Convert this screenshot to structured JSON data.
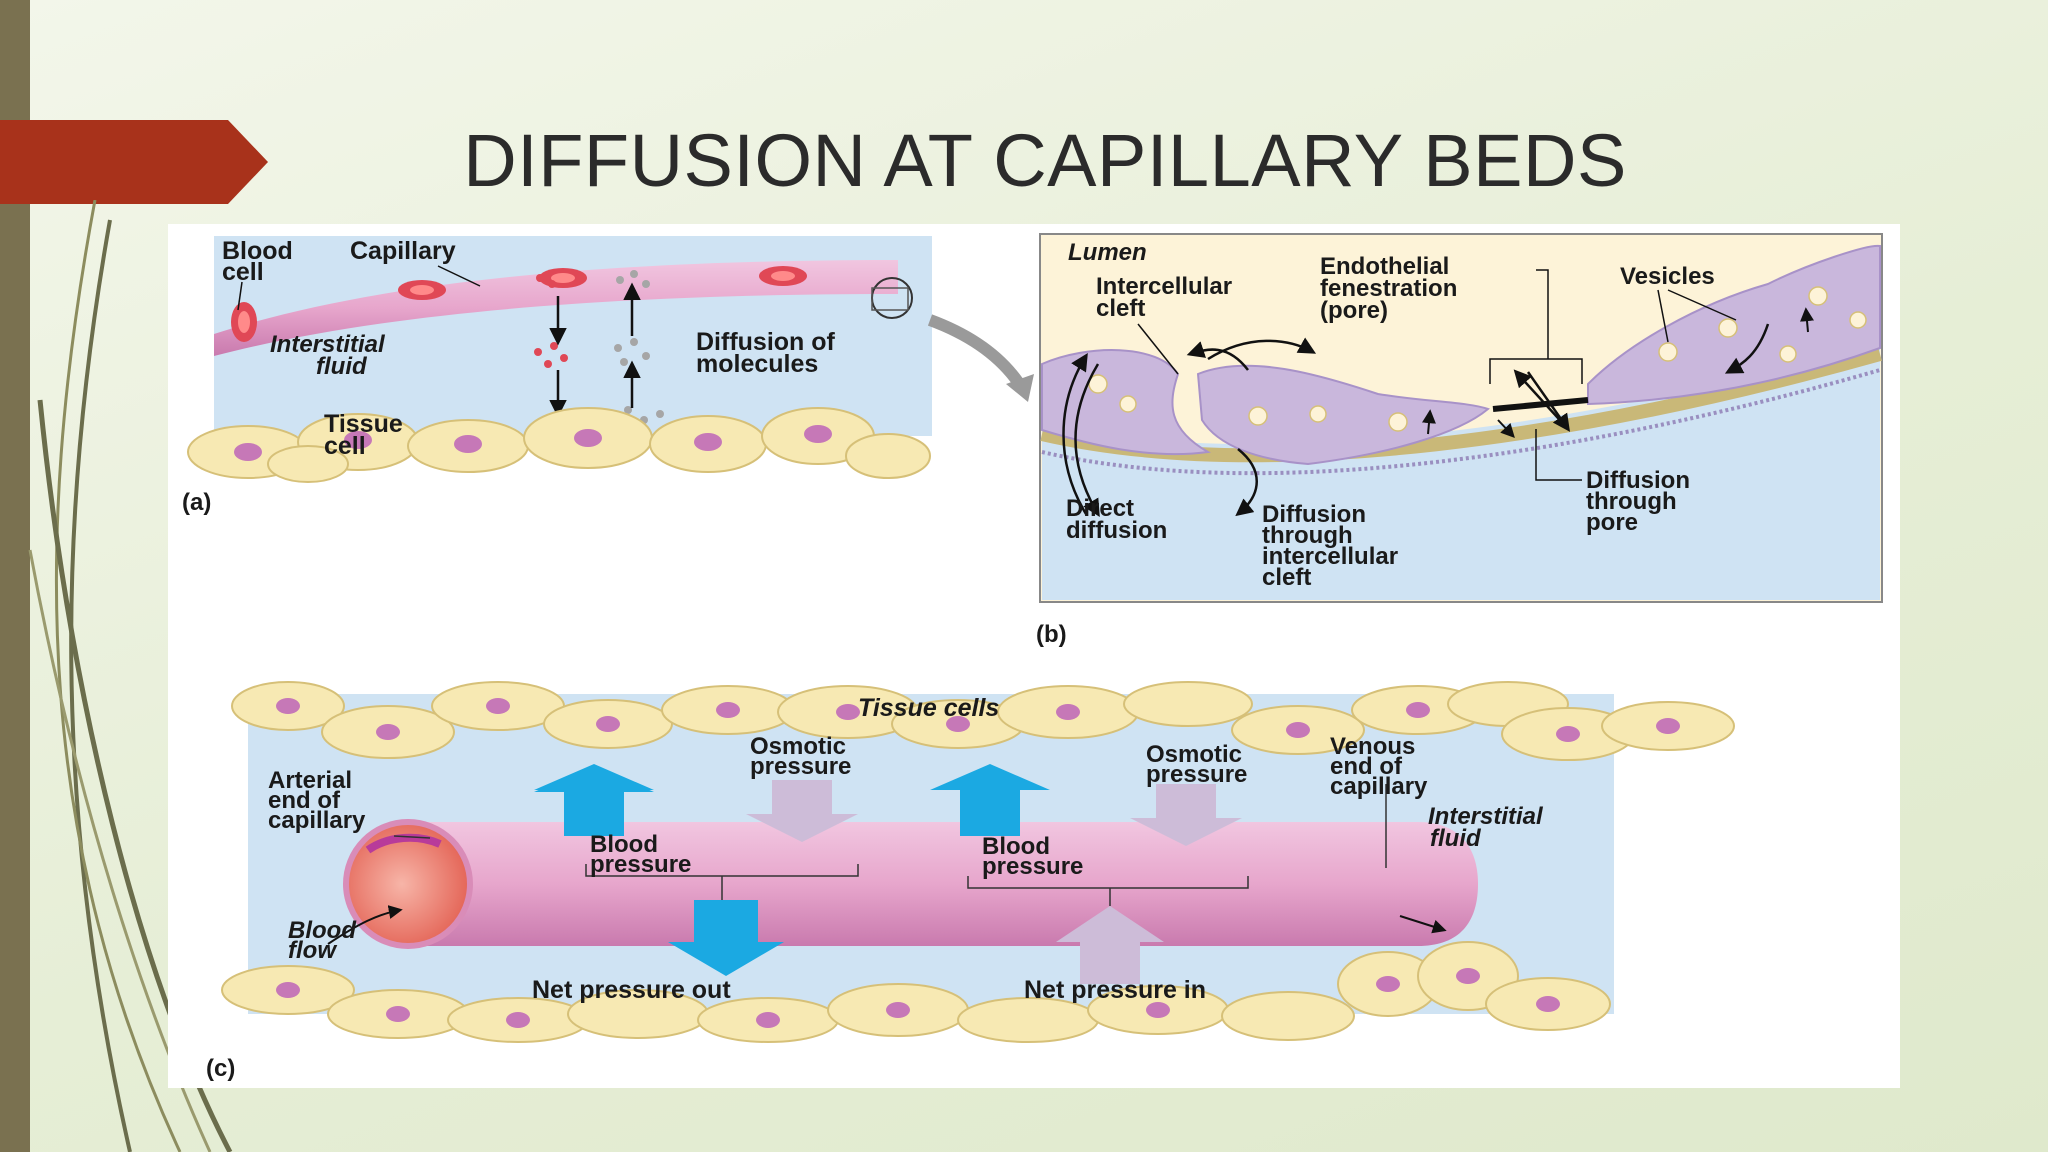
{
  "slide": {
    "title": "DIFFUSION AT CAPILLARY BEDS"
  },
  "panel_a": {
    "tag": "(a)",
    "blood_cell": [
      "Blood",
      "cell"
    ],
    "capillary": "Capillary",
    "interstitial_fluid": [
      "Interstitial",
      "fluid"
    ],
    "diffusion_of_molecules": [
      "Diffusion of",
      "molecules"
    ],
    "tissue_cell": [
      "Tissue",
      "cell"
    ]
  },
  "panel_b": {
    "tag": "(b)",
    "lumen": "Lumen",
    "intercellular_cleft": [
      "Intercellular",
      "cleft"
    ],
    "endothelial_fenestration": [
      "Endothelial",
      "fenestration",
      "(pore)"
    ],
    "vesicles": "Vesicles",
    "direct_diffusion": [
      "Direct",
      "diffusion"
    ],
    "diffusion_through_cleft": [
      "Diffusion",
      "through",
      "intercellular",
      "cleft"
    ],
    "diffusion_through_pore": [
      "Diffusion",
      "through",
      "pore"
    ]
  },
  "panel_c": {
    "tag": "(c)",
    "tissue_cells": "Tissue cells",
    "osmotic_pressure_1": [
      "Osmotic",
      "pressure"
    ],
    "osmotic_pressure_2": [
      "Osmotic",
      "pressure"
    ],
    "venous_end": [
      "Venous",
      "end of",
      "capillary"
    ],
    "arterial_end": [
      "Arterial",
      "end of",
      "capillary"
    ],
    "interstitial_fluid": [
      "Interstitial",
      "fluid"
    ],
    "blood_pressure_1": [
      "Blood",
      "pressure"
    ],
    "blood_pressure_2": [
      "Blood",
      "pressure"
    ],
    "blood_flow": [
      "Blood",
      "flow"
    ],
    "net_out": "Net pressure out",
    "net_in": "Net pressure in"
  },
  "colors": {
    "accent_arrow": "#a8321b",
    "left_bar": "#7a7150",
    "fluid_blue": "#cfe3f3",
    "capillary_pink": "#e7a6cc",
    "cell_yellow": "#f7e9b3",
    "nucleus_purple": "#c678b7",
    "blue_arrow": "#1ba9e2",
    "lavender_arrow": "#cdbcd8"
  }
}
